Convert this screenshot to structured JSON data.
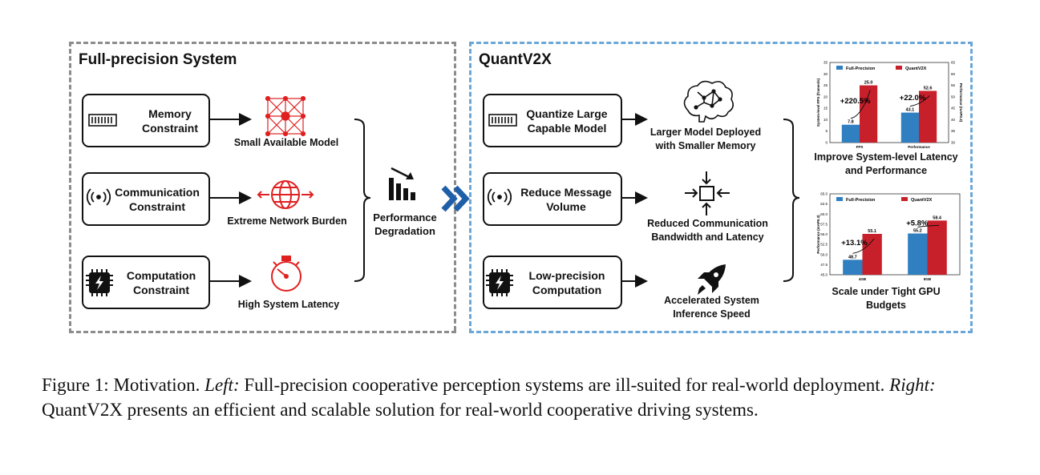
{
  "left_panel": {
    "title": "Full-precision System",
    "constraints": [
      {
        "label_line1": "Memory",
        "label_line2": "Constraint",
        "icon": "memory-chip-icon",
        "result": "Small Available Model"
      },
      {
        "label_line1": "Communication",
        "label_line2": "Constraint",
        "icon": "signal-icon",
        "result": "Extreme Network Burden"
      },
      {
        "label_line1": "Computation",
        "label_line2": "Constraint",
        "icon": "processor-icon",
        "result": "High System Latency"
      }
    ],
    "outcome_line1": "Performance",
    "outcome_line2": "Degradation"
  },
  "right_panel": {
    "title": "QuantV2X",
    "methods": [
      {
        "label_line1": "Quantize Large",
        "label_line2": "Capable Model",
        "result_line1": "Larger Model Deployed",
        "result_line2": "with Smaller Memory"
      },
      {
        "label_line1": "Reduce Message",
        "label_line2": "Volume",
        "result_line1": "Reduced Communication",
        "result_line2": "Bandwidth and Latency"
      },
      {
        "label_line1": "Low-precision",
        "label_line2": "Computation",
        "result_line1": "Accelerated System",
        "result_line2": "Inference Speed"
      }
    ]
  },
  "colors": {
    "full_precision": "#2f7fc1",
    "quantv2x": "#c8202a",
    "red_icon": "#e02020",
    "blue_chevron": "#1f5fa8"
  },
  "chart_data": [
    {
      "type": "bar",
      "title_line1": "Improve System-level Latency",
      "title_line2": "and Performance",
      "legend": [
        "Full-Precision",
        "QuantV2X"
      ],
      "categories": [
        "FPS",
        "Performance"
      ],
      "series": [
        {
          "name": "Full-Precision",
          "values": [
            7.8,
            43.1
          ]
        },
        {
          "name": "QuantV2X",
          "values": [
            25.0,
            52.6
          ]
        }
      ],
      "value_labels": [
        [
          "7.8",
          "43.1"
        ],
        [
          "25.0",
          "52.6"
        ]
      ],
      "annotations": [
        "+220.5%",
        "+22.0%"
      ],
      "ylabel_left": "System-level FPS (frames/s)",
      "ylabel_right": "Performance (mAP0.3)",
      "ylim_left": [
        0,
        35
      ],
      "ylim_right": [
        30,
        65
      ],
      "yticks_left": [
        "0",
        "5",
        "10",
        "15",
        "20",
        "25",
        "30",
        "35"
      ],
      "yticks_right": [
        "30",
        "35",
        "40",
        "45",
        "50",
        "55",
        "60",
        "65"
      ]
    },
    {
      "type": "bar",
      "title_line1": "Scale under Tight GPU",
      "title_line2": "Budgets",
      "legend": [
        "Full-Precision",
        "QuantV2X"
      ],
      "categories": [
        "4GB",
        "8GB"
      ],
      "series": [
        {
          "name": "Full-Precision",
          "values": [
            48.7,
            55.2
          ]
        },
        {
          "name": "QuantV2X",
          "values": [
            55.1,
            58.4
          ]
        }
      ],
      "value_labels": [
        [
          "48.7",
          "55.2"
        ],
        [
          "55.1",
          "58.4"
        ]
      ],
      "annotations": [
        "+13.1%",
        "+5.8%"
      ],
      "ylabel": "Performance (mAP0.3)",
      "ylim": [
        45,
        65
      ],
      "yticks": [
        "45.0",
        "47.5",
        "50.0",
        "52.5",
        "55.0",
        "57.5",
        "60.0",
        "62.5",
        "65.0"
      ]
    }
  ],
  "caption": {
    "prefix": "Figure 1: Motivation. ",
    "left_label": "Left:",
    "left_text": " Full-precision cooperative perception systems are ill-suited for real-world deployment. ",
    "right_label": "Right:",
    "right_text": " QuantV2X presents an efficient and scalable solution for real-world cooperative driving systems."
  }
}
